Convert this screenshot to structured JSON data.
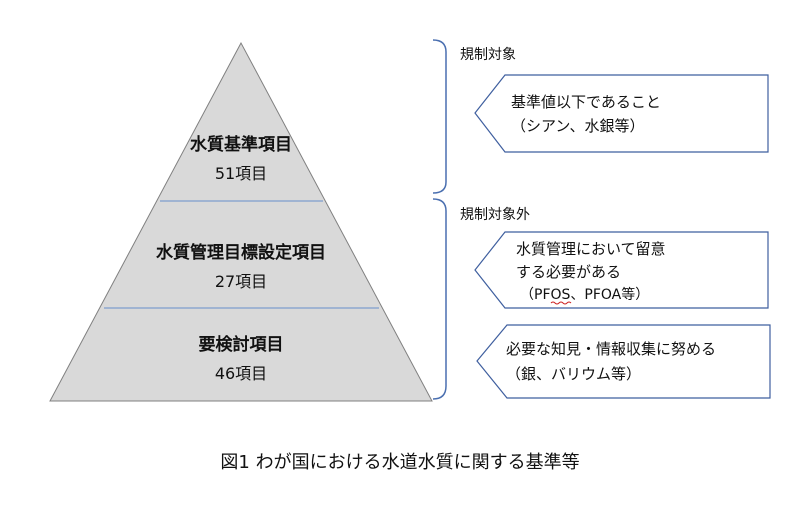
{
  "pyramid": {
    "tiers": [
      {
        "title": "水質基準項目",
        "count": "51項目"
      },
      {
        "title": "水質管理目標設定項目",
        "count": "27項目"
      },
      {
        "title": "要検討項目",
        "count": "46項目"
      }
    ]
  },
  "regulation_groups": {
    "regulated": "規制対象",
    "unregulated": "規制対象外"
  },
  "callouts": [
    {
      "lines": [
        "基準値以下であること",
        "（シアン、水銀等）"
      ]
    },
    {
      "lines": [
        "水質管理において留意",
        "する必要がある",
        "（PFOS、PFOA等）"
      ]
    },
    {
      "lines": [
        "必要な知見・情報収集に努める",
        "（銀、バリウム等）"
      ]
    }
  ],
  "caption": "図1 わが国における水道水質に関する基準等",
  "colors": {
    "pyramid_fill": "#d9d9d9",
    "pyramid_stroke": "#808080",
    "divider": "#7f9fcf",
    "bracket": "#4a6fb0",
    "callout_stroke": "#3f5f9f"
  }
}
